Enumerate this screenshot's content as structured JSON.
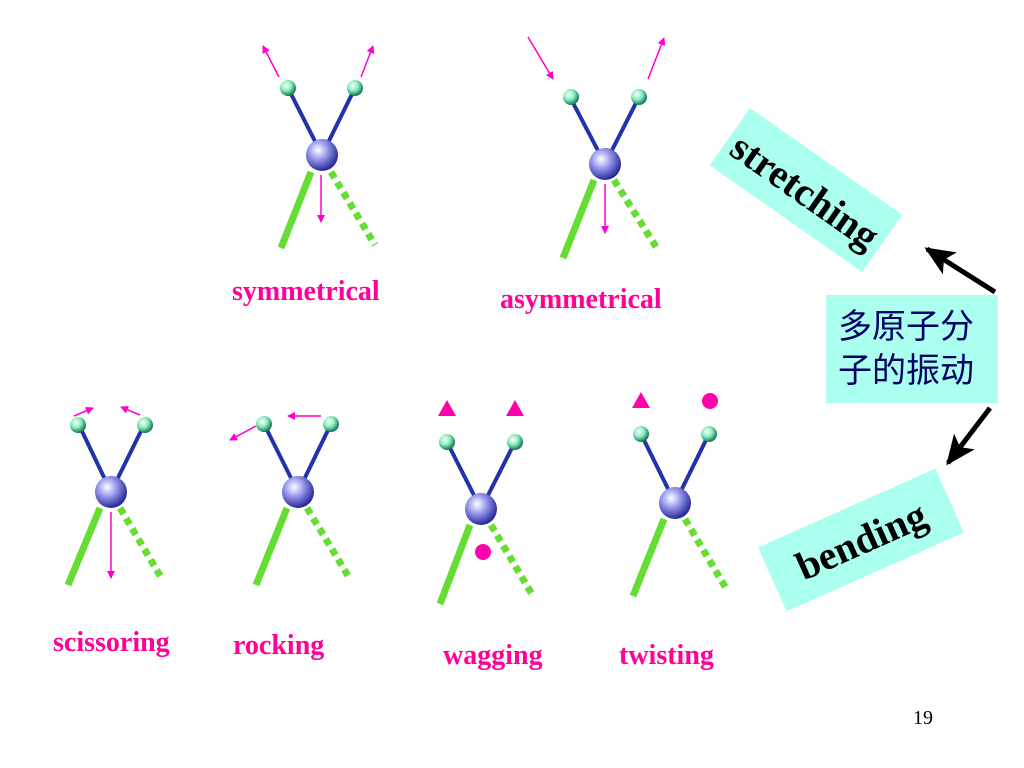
{
  "labels": {
    "symmetrical": "symmetrical",
    "asymmetrical": "asymmetrical",
    "scissoring": "scissoring",
    "rocking": "rocking",
    "wagging": "wagging",
    "twisting": "twisting"
  },
  "categories": {
    "stretching": "stretching",
    "bending": "bending"
  },
  "center_box": {
    "line1": "多原子分",
    "line2": "子的振动"
  },
  "page_number": "19",
  "colors": {
    "label": "#ff0099",
    "arrow": "#ff00cc",
    "bond": "#2233aa",
    "ground_bond": "#66dd33",
    "box_fill": "#aaffee",
    "marker": "#ff00aa"
  }
}
